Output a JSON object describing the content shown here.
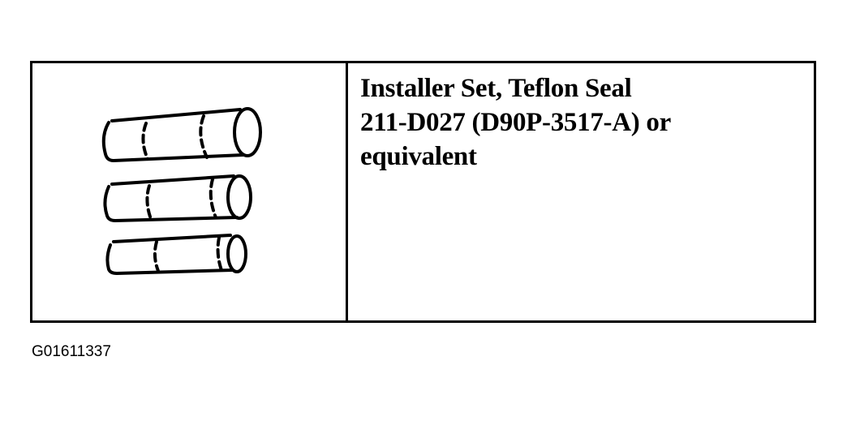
{
  "tool": {
    "title": "Installer Set, Teflon Seal",
    "lines": [
      "Installer Set, Teflon Seal",
      "211-D027 (D90P-3517-A) or",
      "equivalent"
    ],
    "part_number": "211-D027",
    "alt_part_number": "D90P-3517-A",
    "illustration": "seal-installer-set-icon"
  },
  "figure_id": "G01611337"
}
